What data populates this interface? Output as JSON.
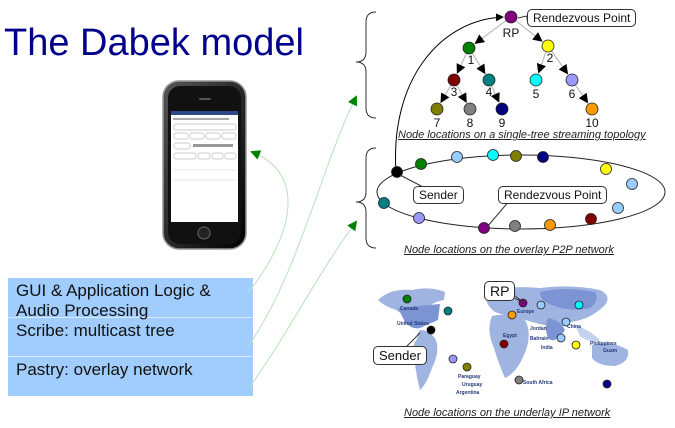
{
  "title": "The Dabek model",
  "layers": [
    {
      "label": "GUI & Application Logic & Audio Processing"
    },
    {
      "label": "Scribe: multicast tree"
    },
    {
      "label": "Pastry: overlay network"
    }
  ],
  "phone": {
    "icon": "smartphone-icon",
    "screen": "app-screen (illegible UI text)"
  },
  "tree": {
    "caption": "Node locations on a single-tree streaming topology",
    "root_label": "RP",
    "callout": "Rendezvous Point",
    "nodes": [
      {
        "id": "RP",
        "label": "RP",
        "color": "#800080",
        "parent": null
      },
      {
        "id": "1",
        "label": "1",
        "color": "#008000",
        "parent": "RP"
      },
      {
        "id": "2",
        "label": "2",
        "color": "#ffff00",
        "parent": "RP"
      },
      {
        "id": "3",
        "label": "3",
        "color": "#800000",
        "parent": "1"
      },
      {
        "id": "4",
        "label": "4",
        "color": "#008080",
        "parent": "1"
      },
      {
        "id": "5",
        "label": "5",
        "color": "#00ffff",
        "parent": "2"
      },
      {
        "id": "6",
        "label": "6",
        "color": "#9999ff",
        "parent": "2"
      },
      {
        "id": "7",
        "label": "7",
        "color": "#808000",
        "parent": "3"
      },
      {
        "id": "8",
        "label": "8",
        "color": "#808080",
        "parent": "3"
      },
      {
        "id": "9",
        "label": "9",
        "color": "#000080",
        "parent": "4"
      },
      {
        "id": "10",
        "label": "10",
        "color": "#ff9900",
        "parent": "6"
      }
    ]
  },
  "overlay": {
    "caption": "Node locations on the overlay P2P network",
    "sender_label": "Sender",
    "rp_label": "Rendezvous Point",
    "ring_colors": [
      "#000000",
      "#008000",
      "#99ccff",
      "#00ffff",
      "#808000",
      "#000080",
      "#ffff00",
      "#99ccff",
      "#99ccff",
      "#800000",
      "#ff9900",
      "#808080",
      "#800080",
      "#9999ff",
      "#008080"
    ]
  },
  "underlay": {
    "caption": "Node locations on the underlay IP network",
    "rp_label": "RP",
    "sender_label": "Sender",
    "countries": [
      "Canada",
      "United States",
      "Paraguay",
      "Uruguay",
      "Argentina",
      "Europe",
      "Egypt",
      "Jordan",
      "Bahrain",
      "India",
      "China",
      "Philippines",
      "Guam",
      "South Africa"
    ]
  },
  "colors": {
    "title": "#00008b",
    "layer_bg": "#a0cdfe",
    "arrow": "#008000",
    "map_land": "#9fb4e0",
    "map_land_dark": "#7d94d4"
  }
}
